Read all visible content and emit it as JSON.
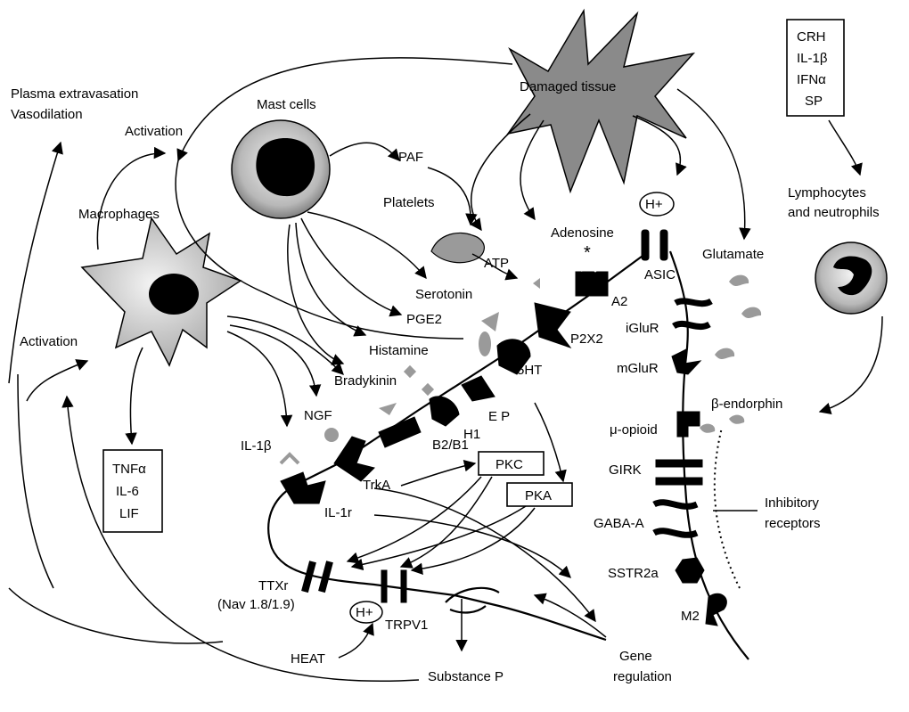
{
  "labels": {
    "damaged_tissue": "Damaged tissue",
    "mast_cells": "Mast cells",
    "macrophages": "Macrophages",
    "plasma_extravasation": "Plasma extravasation",
    "vasodilation": "Vasodilation",
    "activation_top": "Activation",
    "activation_left": "Activation",
    "paf": "PAF",
    "platelets": "Platelets",
    "adenosine": "Adenosine",
    "atp": "ATP",
    "serotonin": "Serotonin",
    "pge2": "PGE2",
    "histamine": "Histamine",
    "bradykinin": "Bradykinin",
    "ngf": "NGF",
    "il1b": "IL-1β",
    "h_plus_top": "H+",
    "h_plus_bottom": "H+",
    "asic": "ASIC",
    "a2": "A2",
    "p2x2": "P2X2",
    "ht5": "5HT",
    "h1": "H1",
    "ep": "E P",
    "b2b1": "B2/B1",
    "trka": "TrkA",
    "il1r": "IL-1r",
    "pkc": "PKC",
    "pka": "PKA",
    "ttxr": "TTXr",
    "nav": "(Nav 1.8/1.9)",
    "trpv1": "TRPV1",
    "heat": "HEAT",
    "substance_p": "Substance P",
    "gene": "Gene",
    "regulation": "regulation",
    "glutamate": "Glutamate",
    "iglur": "iGluR",
    "mglur": "mGluR",
    "mu_opioid": "μ-opioid",
    "girk": "GIRK",
    "gaba_a": "GABA-A",
    "sstr2a": "SSTR2a",
    "m2": "M2",
    "beta_endorphin": "β-endorphin",
    "inhibitory": "Inhibitory",
    "receptors": "receptors",
    "lymphocytes": "Lymphocytes",
    "and_neutrophils": "and neutrophils"
  },
  "boxes": {
    "cytokines": [
      "TNFα",
      "IL-6",
      "LIF"
    ],
    "mediators": [
      "CRH",
      "IL-1β",
      "IFNα",
      "SP"
    ]
  }
}
